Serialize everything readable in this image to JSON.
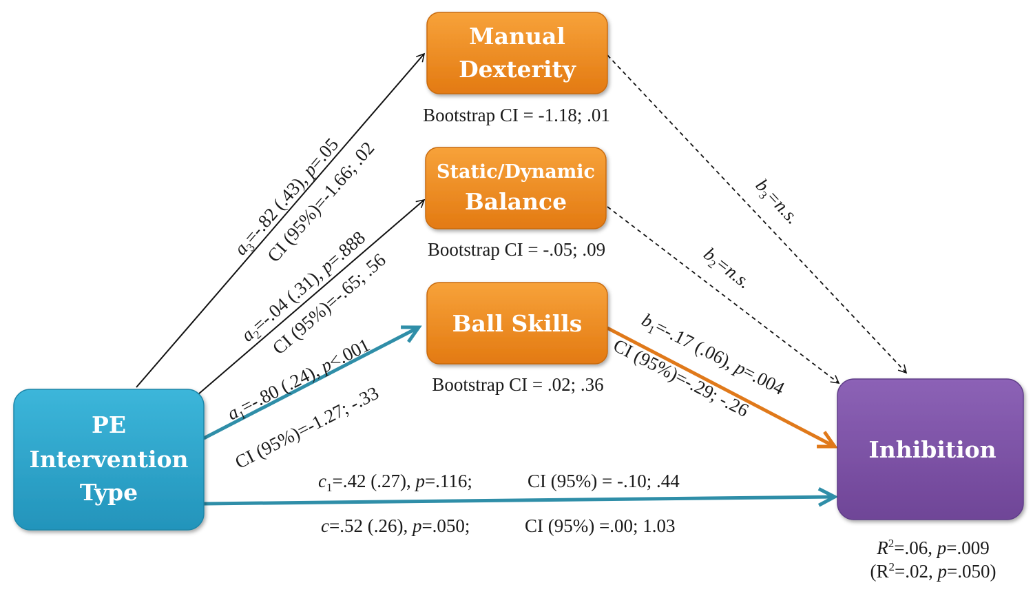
{
  "colors": {
    "orange": "#f08a1c",
    "orange_dark": "#c86a10",
    "teal": "#2fa7cc",
    "teal_dark": "#1f86a8",
    "purple": "#7f55a8",
    "purple_dark": "#5f3d88",
    "teal_arrow": "#2f8ea8",
    "orange_arrow": "#e0791a"
  },
  "nodes": {
    "manual_dexterity": {
      "line1": "Manual",
      "line2": "Dexterity",
      "ci": "Bootstrap CI = -1.18; .01"
    },
    "balance": {
      "line1": "Static/Dynamic",
      "line2": "Balance",
      "ci": "Bootstrap CI = -.05; .09"
    },
    "ball_skills": {
      "line1": "Ball Skills",
      "ci": "Bootstrap CI = .02; .36"
    },
    "pe_intervention": {
      "line1": "PE",
      "line2": "Intervention",
      "line3": "Type"
    },
    "inhibition": {
      "line1": "Inhibition",
      "r2_line1_a": "R",
      "r2_line1_b": "=.06, ",
      "r2_line1_c": "p",
      "r2_line1_d": "=.009",
      "r2_line2_a": "(R",
      "r2_line2_b": "=.02, ",
      "r2_line2_c": "p",
      "r2_line2_d": "=.050)",
      "sup": "2"
    }
  },
  "paths": {
    "a3": {
      "sym": "a",
      "sub": "3",
      "coef": "=-.82 (.43), ",
      "p": "p",
      "pval": "=.05",
      "ci": "CI (95%)=-1.66; .02"
    },
    "a2": {
      "sym": "a",
      "sub": "2",
      "coef": "=-.04 (.31), ",
      "p": "p",
      "pval": "=.888",
      "ci": "CI (95%)=-.65; .56"
    },
    "a1": {
      "sym": "a",
      "sub": "1",
      "coef": "=-.80 (.24), ",
      "p": "p",
      "pval": "<.001",
      "ci": "CI (95%)=-1.27;  -.33"
    },
    "b3": {
      "sym": "b",
      "sub": "3",
      "val": "=n.s."
    },
    "b2": {
      "sym": "b",
      "sub": "2",
      "val": "=n.s."
    },
    "b1": {
      "sym": "b",
      "sub": "1",
      "coef": "=-.17 (.06), ",
      "p": "p",
      "pval": "=.004",
      "ci": "CI (95%)=-.29; -.26"
    },
    "c1": {
      "sym": "c",
      "sub": "1",
      "coef": "=.42 (.27), ",
      "p": "p",
      "pval": "=.116;",
      "ci": "CI (95%) = -.10; .44"
    },
    "c": {
      "sym": "c",
      "coef": "=.52 (.26), ",
      "p": "p",
      "pval": "=.050;",
      "ci": "CI (95%) =.00; 1.03"
    }
  }
}
